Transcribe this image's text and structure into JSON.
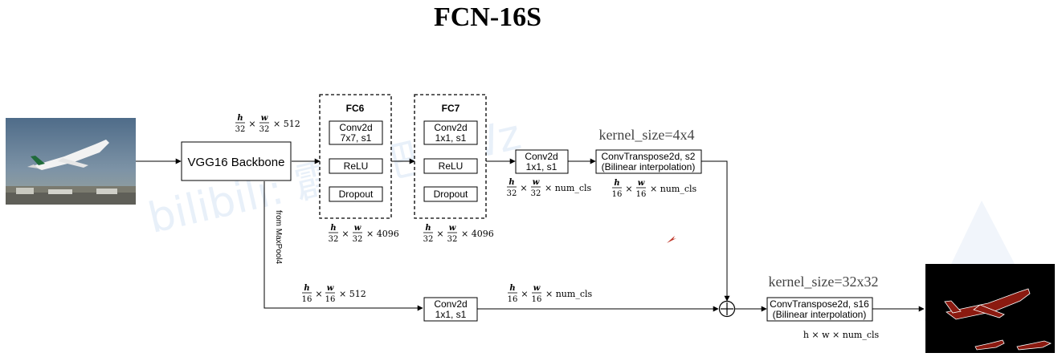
{
  "title": "FCN-16S",
  "watermark": "bilibili: 霹雳吧啦Wz",
  "backbone": "VGG16 Backbone",
  "fc6": {
    "title": "FC6",
    "conv_line1": "Conv2d",
    "conv_line2": "7x7, s1",
    "relu": "ReLU",
    "dropout": "Dropout"
  },
  "fc7": {
    "title": "FC7",
    "conv_line1": "Conv2d",
    "conv_line2": "1x1, s1",
    "relu": "ReLU",
    "dropout": "Dropout"
  },
  "conv_top": {
    "line1": "Conv2d",
    "line2": "1x1, s1"
  },
  "deconv1": {
    "line1": "ConvTranspose2d, s2",
    "line2": "(Bilinear interpolation)",
    "kernel": "kernel_size=4x4"
  },
  "conv_bottom": {
    "line1": "Conv2d",
    "line2": "1x1, s1"
  },
  "deconv2": {
    "line1": "ConvTranspose2d, s16",
    "line2": "(Bilinear interpolation)",
    "kernel": "kernel_size=32x32"
  },
  "from_label": "from MaxPool4",
  "shapes": {
    "backbone_out": {
      "num": "h",
      "den": "32",
      "num2": "w",
      "den2": "32",
      "tail": "× 512"
    },
    "fc6_out": {
      "num": "h",
      "den": "32",
      "num2": "w",
      "den2": "32",
      "tail": "× 4096"
    },
    "fc7_out": {
      "num": "h",
      "den": "32",
      "num2": "w",
      "den2": "32",
      "tail": "× 4096"
    },
    "conv_top_out": {
      "num": "h",
      "den": "32",
      "num2": "w",
      "den2": "32",
      "tail": "× num_cls"
    },
    "deconv1_out": {
      "num": "h",
      "den": "16",
      "num2": "w",
      "den2": "16",
      "tail": "× num_cls"
    },
    "pool4_out": {
      "num": "h",
      "den": "16",
      "num2": "w",
      "den2": "16",
      "tail": "× 512"
    },
    "conv_bottom_out": {
      "num": "h",
      "den": "16",
      "num2": "w",
      "den2": "16",
      "tail": "× num_cls"
    },
    "final_out": "h × w × num_cls"
  },
  "colors": {
    "mask": "#8b1a10",
    "sky": "#5b7793",
    "arrow": "#000000"
  }
}
